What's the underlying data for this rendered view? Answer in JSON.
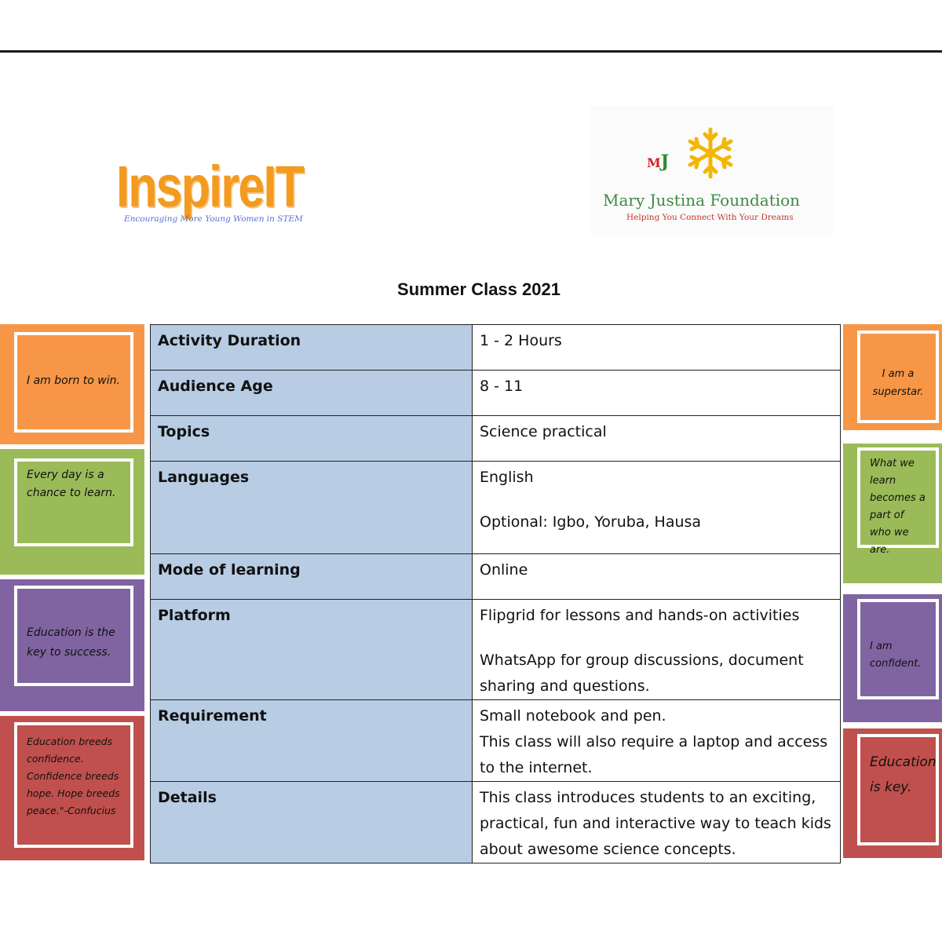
{
  "logos": {
    "inspireit": {
      "name": "InspireIT",
      "tagline": "Encouraging More Young Women in STEM"
    },
    "mjf": {
      "initials_m": "M",
      "initials_j": "J",
      "name": "Mary Justina Foundation",
      "tagline": "Helping You Connect With Your Dreams"
    }
  },
  "title": "Summer Class 2021",
  "table": {
    "rows": [
      {
        "label": "Activity Duration",
        "value": [
          "1 - 2 Hours"
        ]
      },
      {
        "label": "Audience Age",
        "value": [
          "8 - 11"
        ]
      },
      {
        "label": "Topics",
        "value": [
          "Science practical"
        ]
      },
      {
        "label": "Languages",
        "value": [
          "English",
          "Optional: Igbo, Yoruba, Hausa"
        ]
      },
      {
        "label": "Mode of learning",
        "value": [
          "Online"
        ]
      },
      {
        "label": "Platform",
        "value": [
          "Flipgrid for lessons and hands-on activities",
          "WhatsApp for group discussions, document sharing and questions."
        ]
      },
      {
        "label": "Requirement",
        "value": [
          "Small notebook and pen.",
          "This class will also require a laptop and access to the internet."
        ]
      },
      {
        "label": "Details",
        "value": [
          "This class introduces students to an exciting, practical, fun and interactive way to teach kids about awesome science concepts."
        ]
      }
    ]
  },
  "left_quotes": [
    "I am born to win.",
    "Every day is a chance to learn.",
    "Education is the key to success.",
    "Education breeds confidence. Confidence breeds hope. Hope breeds peace.\"-Confucius"
  ],
  "right_quotes": [
    "I am a superstar.",
    "What we learn becomes a part of who we are.",
    "I am confident.",
    "Education is key."
  ],
  "colors": {
    "orange": "#f79646",
    "green": "#9bbb59",
    "purple": "#8064a2",
    "red": "#c0504d",
    "label_bg": "#b8cce4"
  }
}
